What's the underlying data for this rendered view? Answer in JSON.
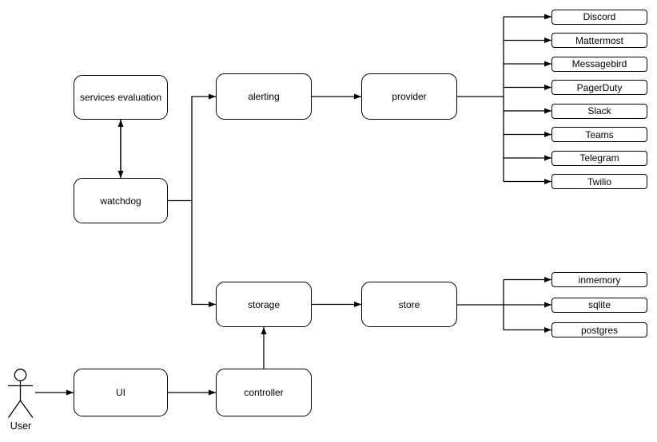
{
  "diagram": {
    "nodes": {
      "services_evaluation": "services evaluation",
      "watchdog": "watchdog",
      "alerting": "alerting",
      "provider": "provider",
      "storage": "storage",
      "store": "store",
      "ui": "UI",
      "controller": "controller"
    },
    "providers": [
      "Discord",
      "Mattermost",
      "Messagebird",
      "PagerDuty",
      "Slack",
      "Teams",
      "Telegram",
      "Twilio"
    ],
    "stores": [
      "inmemory",
      "sqlite",
      "postgres"
    ],
    "actor": {
      "label": "User"
    },
    "colors": {
      "stroke": "#000000",
      "fill": "#ffffff",
      "background": "#ffffff"
    }
  }
}
